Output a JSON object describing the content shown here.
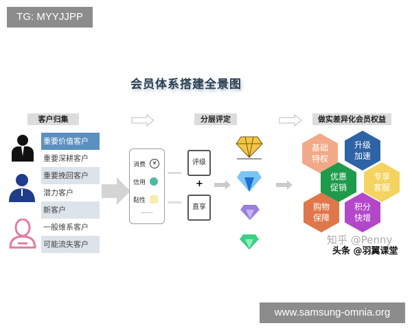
{
  "banner": "TG: MYYJJPP",
  "footer": "www.samsung-omnia.org",
  "title": "会员体系搭建全景图",
  "sections": {
    "collect": "客户归集",
    "tier": "分层评定",
    "benefit": "做实差异化会员权益"
  },
  "customers": [
    "重要价值客户",
    "重要深耕客户",
    "重要挽回客户",
    "潜力客户",
    "新客户",
    "一般维系客户",
    "可能流失客户"
  ],
  "phone": {
    "items": [
      {
        "label": "消费",
        "icon": "yuan-icon"
      },
      {
        "label": "信用",
        "icon": "credit-icon"
      },
      {
        "label": "黏性",
        "icon": "stickiness-icon"
      }
    ],
    "more": "......"
  },
  "rating": {
    "grade": "评级",
    "plus": "+",
    "enjoy": "直享"
  },
  "benefits": [
    {
      "text": "基础\n特权",
      "color": "#f2a987"
    },
    {
      "text": "升级\n加速",
      "color": "#2e63a6"
    },
    {
      "text": "优惠\n促销",
      "color": "#1f9a4a"
    },
    {
      "text": "专享\n客服",
      "color": "#f4d35e"
    },
    {
      "text": "购物\n保障",
      "color": "#e0774a"
    },
    {
      "text": "积分\n快增",
      "color": "#b347c9"
    }
  ],
  "watermarks": {
    "zhihu": "知乎 @Penny",
    "toutiao": "头条 @羽翼课堂"
  }
}
